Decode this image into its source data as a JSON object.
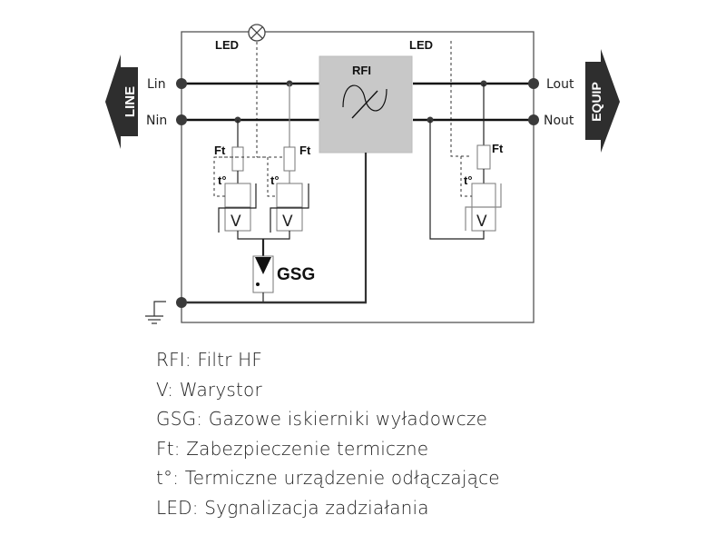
{
  "diagram": {
    "labels": {
      "led_left": "LED",
      "led_right": "LED",
      "rfi": "RFI",
      "lin": "Lin",
      "nin": "Nin",
      "lout": "Lout",
      "nout": "Nout",
      "line_arrow": "LINE",
      "equip_arrow": "EQUIP",
      "ft_1": "Ft",
      "ft_2": "Ft",
      "ft_3": "Ft",
      "t_1": "t°",
      "t_2": "t°",
      "t_3": "t°",
      "v_1": "V",
      "v_2": "V",
      "v_3": "V",
      "gsg": "GSG"
    },
    "colors": {
      "wire_dark": "#2b2b2b",
      "wire_gray": "#888888",
      "rfi_fill": "#c8c8c8",
      "arrow_fill": "#2e2e2e",
      "node_fill": "#3a3a3a"
    }
  },
  "legend": {
    "items": [
      "RFI: Filtr HF",
      "V: Warystor",
      "GSG: Gazowe iskierniki wyładowcze",
      "Ft: Zabezpieczenie termiczne",
      "t°: Termiczne urządzenie odłączające",
      "LED: Sygnalizacja zadziałania"
    ]
  }
}
